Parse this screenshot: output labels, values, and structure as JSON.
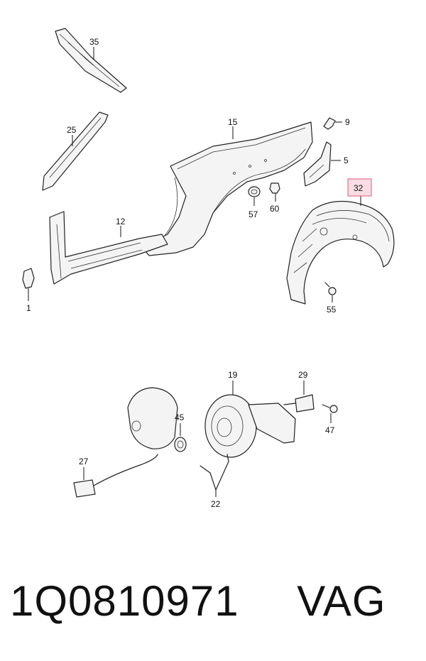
{
  "callouts": {
    "c35": "35",
    "c25": "25",
    "c15": "15",
    "c9": "9",
    "c5": "5",
    "c32": "32",
    "c57": "57",
    "c60": "60",
    "c12": "12",
    "c1": "1",
    "c55": "55",
    "c19": "19",
    "c29": "29",
    "c45": "45",
    "c47": "47",
    "c27": "27",
    "c22": "22"
  },
  "highlighted_callout": "32",
  "colors": {
    "highlight_fill": "#f9dde4",
    "highlight_stroke": "#e05a78"
  },
  "caption": {
    "part_number": "1Q0810971",
    "brand": "VAG"
  }
}
